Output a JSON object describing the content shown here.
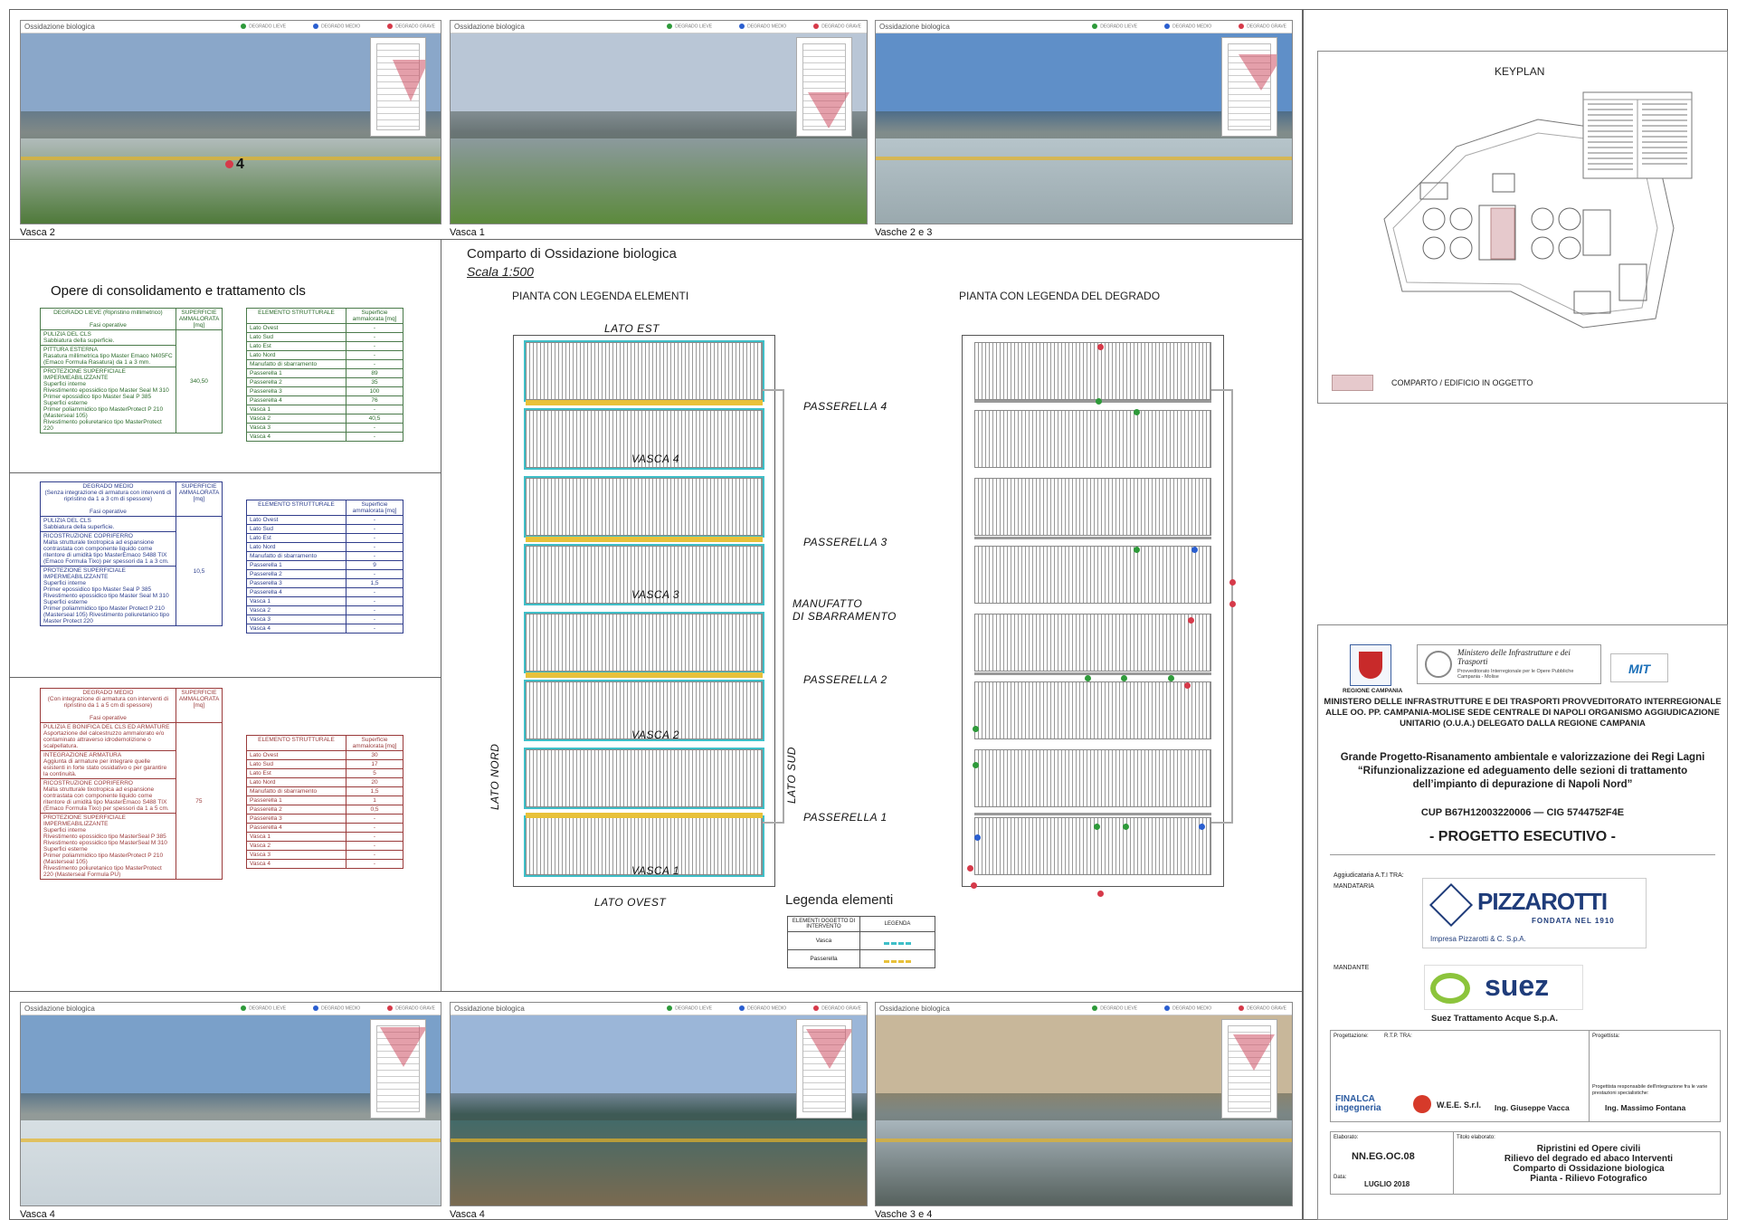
{
  "photo_top": [
    {
      "header": "Ossidazione biologica",
      "caption": "Vasca 2",
      "colors": {
        "sky": "#8aa7c9",
        "ground": "#4f7a3a",
        "water": "#b8c0c4"
      },
      "marker": "4"
    },
    {
      "header": "Ossidazione biologica",
      "caption": "Vasca 1",
      "colors": {
        "sky": "#b9c6d6",
        "ground": "#5c8a3c",
        "water": "#8f9ba4"
      }
    },
    {
      "header": "Ossidazione biologica",
      "caption": "Vasche 2 e 3",
      "colors": {
        "sky": "#5f8fc8",
        "ground": "#9aa9ae",
        "water": "#b8c6cc"
      }
    }
  ],
  "photo_bottom": [
    {
      "header": "Ossidazione biologica",
      "caption": "Vasca 4",
      "colors": {
        "sky": "#7aa0c9",
        "ground": "#c8d2d8",
        "water": "#d8e0e4"
      }
    },
    {
      "header": "Ossidazione biologica",
      "caption": "Vasca 4",
      "colors": {
        "sky": "#9bb6d8",
        "ground": "#7a6a50",
        "water": "#3f6a6a"
      }
    },
    {
      "header": "Ossidazione biologica",
      "caption": "Vasche 3 e 4",
      "colors": {
        "sky": "#c8b79a",
        "ground": "#56615e",
        "water": "#aebbc2"
      }
    }
  ],
  "legend_dots": [
    "DEGRADO LIEVE",
    "DEGRADO MEDIO",
    "DEGRADO GRAVE"
  ],
  "legend_dot_colors": [
    "#2e9a3a",
    "#2b5fd0",
    "#d63a4a"
  ],
  "opere_title": "Opere di consolidamento e trattamento cls",
  "table_green": {
    "header_left": "DEGRADO LIEVE (Ripristino millimetrico)",
    "header_left_sub": "Fasi operative",
    "header_right": "SUPERFICIE AMMALORATA [mq]",
    "ops": [
      "PULIZIA DEL CLS\nSabbiatura della superficie.",
      "PITTURA ESTERNA\nRasatura millimetrica tipo Master Emaco N405FC (Emaco Formula Rasatura) da 1 a 3 mm.",
      "PROTEZIONE SUPERFICIALE IMPERMEABILIZZANTE\nSuperfici interne\nRivestimento epossidico tipo Master Seal M 310\nPrimer epossidico tipo Master Seal P 385\nSuperfici esterne\nPrimer poliammidico tipo MasterProtect P 210 (Masterseal 105)\nRivestimento poliuretanico tipo MasterProtect 220"
    ],
    "value": "340,50",
    "elements_header": [
      "ELEMENTO STRUTTURALE",
      "Superficie ammalorata [mq]"
    ],
    "elements": [
      [
        "Lato Ovest",
        "-"
      ],
      [
        "Lato Sud",
        "-"
      ],
      [
        "Lato Est",
        "-"
      ],
      [
        "Lato Nord",
        "-"
      ],
      [
        "Manufatto di sbarramento",
        "-"
      ],
      [
        "Passerella 1",
        "89"
      ],
      [
        "Passerella 2",
        "35"
      ],
      [
        "Passerella 3",
        "100"
      ],
      [
        "Passerella 4",
        "76"
      ],
      [
        "Vasca 1",
        "-"
      ],
      [
        "Vasca 2",
        "40,5"
      ],
      [
        "Vasca 3",
        "-"
      ],
      [
        "Vasca 4",
        "-"
      ]
    ]
  },
  "table_blue": {
    "header_left": "DEGRADO MEDIO\n(Senza integrazione di armatura con interventi di ripristino da 1 a 3 cm di spessore)",
    "header_left_sub": "Fasi operative",
    "header_right": "SUPERFICIE AMMALORATA [mq]",
    "ops": [
      "PULIZIA DEL CLS\nSabbiatura della superficie.",
      "RICOSTRUZIONE COPRIFERRO\nMalta strutturale tixotropica ad espansione contrastata con componente liquido come ritentore di umidità tipo MasterEmaco S488 TIX (Emaco Formula Tixo) per spessori da 1 a 3 cm.",
      "PROTEZIONE SUPERFICIALE IMPERMEABILIZZANTE\nSuperfici interne\nPrimer epossidico tipo Master Seal P 385\nRivestimento epossidico tipo Master Seal M 310\nSuperfici esterne\nPrimer poliammidico tipo Master Protect P 210 (Masterseal 105) Rivestimento poliuretanico tipo Master Protect 220"
    ],
    "value": "10,5",
    "elements_header": [
      "ELEMENTO STRUTTURALE",
      "Superficie ammalorata [mq]"
    ],
    "elements": [
      [
        "Lato Ovest",
        "-"
      ],
      [
        "Lato Sud",
        "-"
      ],
      [
        "Lato Est",
        "-"
      ],
      [
        "Lato Nord",
        "-"
      ],
      [
        "Manufatto di sbarramento",
        "-"
      ],
      [
        "Passerella 1",
        "9"
      ],
      [
        "Passerella 2",
        "-"
      ],
      [
        "Passerella 3",
        "1,5"
      ],
      [
        "Passerella 4",
        "-"
      ],
      [
        "Vasca 1",
        "-"
      ],
      [
        "Vasca 2",
        "-"
      ],
      [
        "Vasca 3",
        "-"
      ],
      [
        "Vasca 4",
        "-"
      ]
    ]
  },
  "table_red": {
    "header_left": "DEGRADO MEDIO\n(Con integrazione di armatura con interventi di ripristino da 1 a 5 cm di spessore)",
    "header_left_sub": "Fasi operative",
    "header_right": "SUPERFICIE AMMALORATA [mq]",
    "ops": [
      "PULIZIA E BONIFICA DEL CLS ED ARMATURE\nAsportazione del calcestruzzo ammalorato e/o contaminato attraverso idrodemolizione o scalpellatura.",
      "INTEGRAZIONE ARMATURA\nAggiunta di armature per integrare quelle esistenti in forte stato ossidativo o per garantire la continuità.",
      "RICOSTRUZIONE COPRIFERRO\nMalta strutturale tixotropica ad espansione contrastata con componente liquido come ritentore di umidità tipo MasterEmaco S488 TIX (Emaco Formula Tixo) per spessori da 1 a 5 cm.",
      "PROTEZIONE SUPERFICIALE IMPERMEABILIZZANTE\nSuperfici interne\nRivestimento epossidico tipo MasterSeal P 385\nRivestimento epossidico tipo MasterSeal M 310\nSuperfici esterne\nPrimer poliammidico tipo MasterProtect P 210 (Masterseal 105)\nRivestimento poliuretanico tipo MasterProtect 220 (Masterseal Formula PU)"
    ],
    "value": "75",
    "elements_header": [
      "ELEMENTO STRUTTURALE",
      "Superficie ammalorata [mq]"
    ],
    "elements": [
      [
        "Lato Ovest",
        "30"
      ],
      [
        "Lato Sud",
        "17"
      ],
      [
        "Lato Est",
        "5"
      ],
      [
        "Lato Nord",
        "20"
      ],
      [
        "Manufatto di sbarramento",
        "1,5"
      ],
      [
        "Passerella 1",
        "1"
      ],
      [
        "Passerella 2",
        "0,5"
      ],
      [
        "Passerella 3",
        "-"
      ],
      [
        "Passerella 4",
        "-"
      ],
      [
        "Vasca 1",
        "-"
      ],
      [
        "Vasca 2",
        "-"
      ],
      [
        "Vasca 3",
        "-"
      ],
      [
        "Vasca 4",
        "-"
      ]
    ]
  },
  "plan": {
    "title": "Comparto di Ossidazione biologica",
    "scale": "Scala 1:500",
    "left_title": "PIANTA CON LEGENDA ELEMENTI",
    "right_title": "PIANTA CON LEGENDA DEL DEGRADO",
    "lato_est": "LATO EST",
    "lato_ovest": "LATO OVEST",
    "lato_nord": "LATO NORD",
    "lato_sud": "LATO SUD",
    "vasche": [
      "VASCA 4",
      "VASCA 3",
      "VASCA 2",
      "VASCA 1"
    ],
    "passerelle": [
      "PASSERELLA 4",
      "PASSERELLA 3",
      "PASSERELLA 2",
      "PASSERELLA 1"
    ],
    "manufatto": "MANUFATTO\nDI SBARRAMENTO",
    "legend_title": "Legenda elementi",
    "legend_head": [
      "ELEMENTI OGGETTO DI INTERVENTO",
      "LEGENDA"
    ],
    "legend_rows": [
      "Vasca",
      "Passerella"
    ],
    "colors": {
      "vasca": "#3fbfc8",
      "passerella": "#e8c13a"
    }
  },
  "keyplan": {
    "title": "KEYPLAN",
    "legend_label": "COMPARTO / EDIFICIO IN OGGETTO",
    "highlight": "#e6c9cc"
  },
  "title_block": {
    "region": "REGIONE CAMPANIA",
    "ministry_logo": "Ministero delle Infrastrutture e dei Trasporti",
    "ministry_sub": "Provveditorato Interregionale per le Opere Pubbliche Campania - Molise",
    "mit": "MIT",
    "authority": "MINISTERO DELLE INFRASTRUTTURE E DEI TRASPORTI PROVVEDITORATO INTERREGIONALE ALLE OO. PP. CAMPANIA-MOLISE SEDE CENTRALE DI NAPOLI ORGANISMO AGGIUDICAZIONE UNITARIO (O.U.A.) DELEGATO DALLA REGIONE CAMPANIA",
    "project": "Grande Progetto-Risanamento ambientale e valorizzazione dei Regi Lagni “Rifunzionalizzazione ed adeguamento delle sezioni di trattamento dell’impianto di depurazione di Napoli Nord”",
    "cup": "CUP B67H12003220006 — CIG 5744752F4E",
    "phase": "- PROGETTO ESECUTIVO -",
    "aggiudicataria": "Aggiudicataria A.T.I TRA:",
    "mandataria": "MANDATARIA",
    "pizzarotti": "PIZZAROTTI",
    "pizzarotti_sub": "FONDATA NEL 1910",
    "pizzarotti_name": "Impresa Pizzarotti & C. S.p.A.",
    "mandante": "MANDANTE",
    "suez": "suez",
    "suez_name": "Suez Trattamento Acque S.p.A.",
    "progettazione": "Progettazione:",
    "rtp": "R.T.P. TRA:",
    "progettista": "Progettista:",
    "responsabile": "Progettista responsabile dell'integrazione fra le varie prestazioni specialistiche:",
    "finalca": "FINALCA ingegneria",
    "wee": "W.E.E. S.r.l.",
    "ing1": "Ing. Giuseppe Vacca",
    "ing2": "Ing. Massimo Fontana",
    "elaborato_label": "Elaborato:",
    "elaborato": "NN.EG.OC.08",
    "titolo_label": "Titolo elaborato:",
    "titolo": "Ripristini ed Opere civili\nRilievo del degrado ed abaco Interventi\nComparto di Ossidazione biologica\nPianta - Rilievo Fotografico",
    "data_label": "Data:",
    "data": "LUGLIO 2018"
  }
}
